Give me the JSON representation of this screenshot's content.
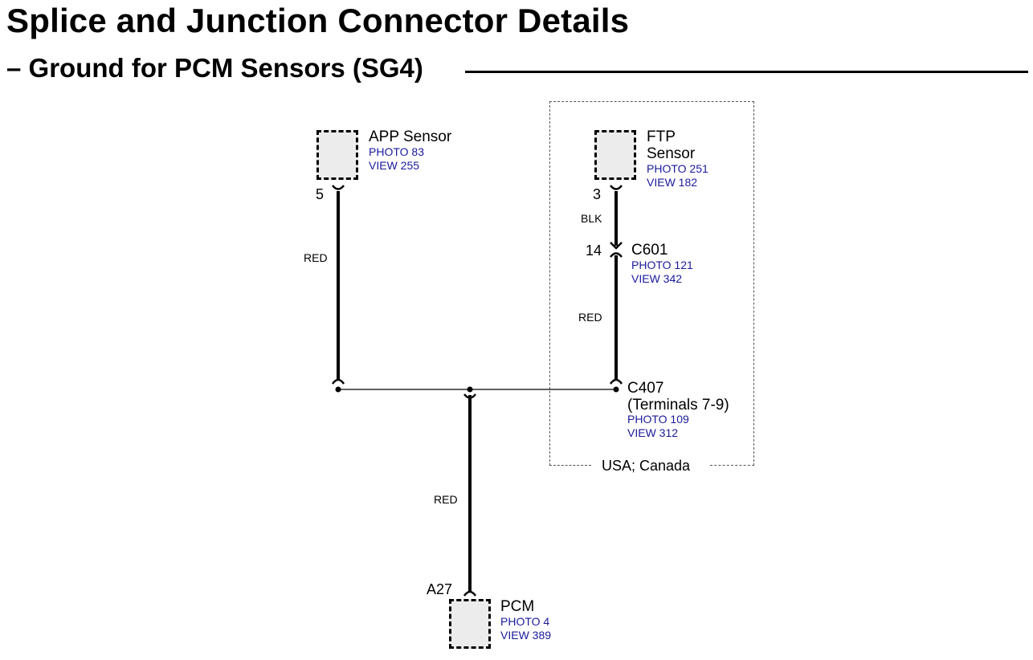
{
  "header": {
    "title": "Splice and Junction Connector Details",
    "subtitle": "– Ground for PCM Sensors (SG4)"
  },
  "region": {
    "label": "USA; Canada"
  },
  "components": {
    "app_sensor": {
      "name": "APP Sensor",
      "photo": "PHOTO 83",
      "view": "VIEW 255",
      "pin": "5"
    },
    "ftp_sensor": {
      "name_line1": "FTP",
      "name_line2": "Sensor",
      "photo": "PHOTO 251",
      "view": "VIEW 182",
      "pin": "3"
    },
    "pcm": {
      "name": "PCM",
      "photo": "PHOTO 4",
      "view": "VIEW 389",
      "pin": "A27"
    }
  },
  "connectors": {
    "c601": {
      "name": "C601",
      "pin": "14",
      "photo": "PHOTO 121",
      "view": "VIEW 342"
    },
    "c407": {
      "name": "C407",
      "detail": "(Terminals 7-9)",
      "photo": "PHOTO 109",
      "view": "VIEW 312"
    }
  },
  "wires": {
    "app_to_splice": "RED",
    "ftp_to_c601": "BLK",
    "c601_to_c407": "RED",
    "splice_to_pcm": "RED"
  }
}
